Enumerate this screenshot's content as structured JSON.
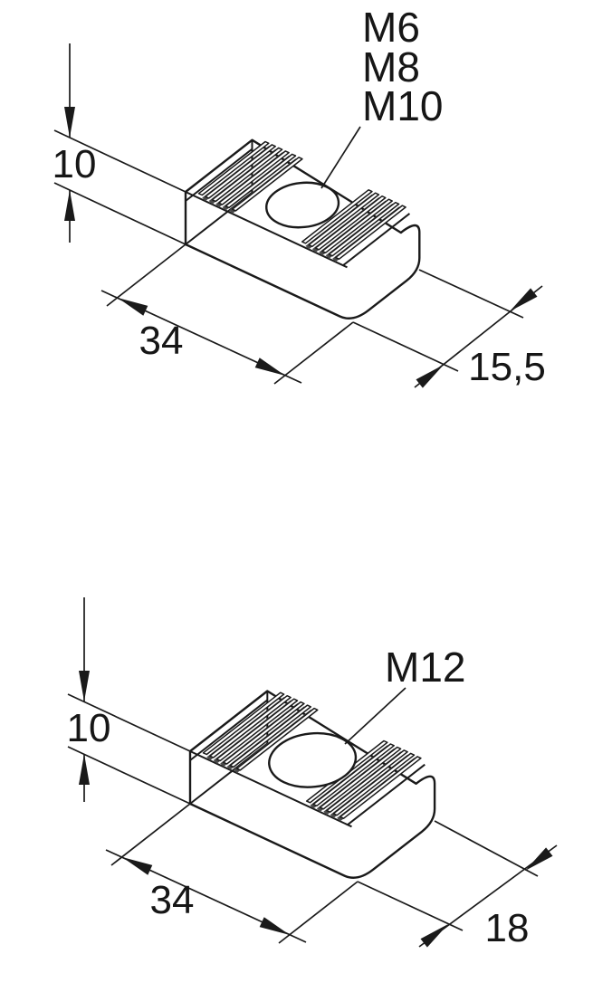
{
  "figures": [
    {
      "name": "channel-nut-small-threads",
      "thread_labels": [
        "M6",
        "M8",
        "M10"
      ],
      "dimensions": {
        "height": "10",
        "length": "34",
        "width": "15,5"
      }
    },
    {
      "name": "channel-nut-m12",
      "thread_labels": [
        "M12"
      ],
      "dimensions": {
        "height": "10",
        "length": "34",
        "width": "18"
      }
    }
  ],
  "colors": {
    "line": "#1a1a1a",
    "background": "#ffffff",
    "tooth_shadow": "#4a4a4a"
  }
}
